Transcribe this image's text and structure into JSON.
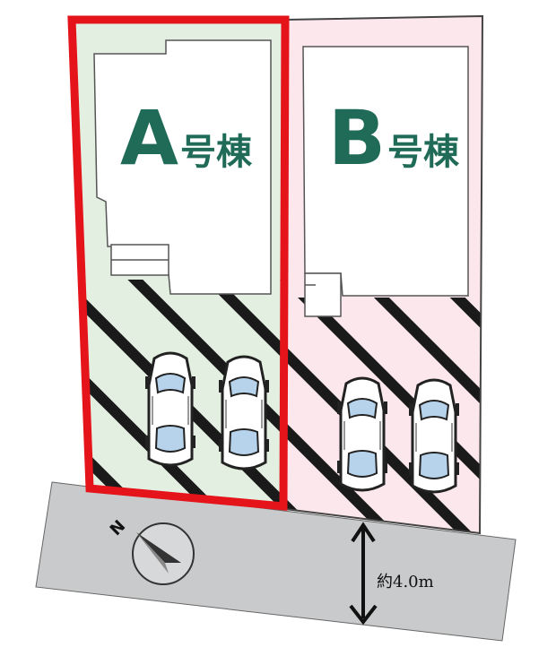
{
  "lots": [
    {
      "letter": "A",
      "suffix": "号棟",
      "selected": true,
      "tint": "#e3efe0"
    },
    {
      "letter": "B",
      "suffix": "号棟",
      "selected": false,
      "tint": "#fbe7ec"
    }
  ],
  "road": {
    "width_label": "約4.0m",
    "color": "#c9cacb"
  },
  "compass": {
    "north_label": "N"
  },
  "colors": {
    "highlight": "#e5141b",
    "label": "#1f6b57",
    "hatch": "#1a1a1a"
  },
  "icons": [
    "car-icon",
    "compass-icon",
    "double-arrow-icon"
  ]
}
